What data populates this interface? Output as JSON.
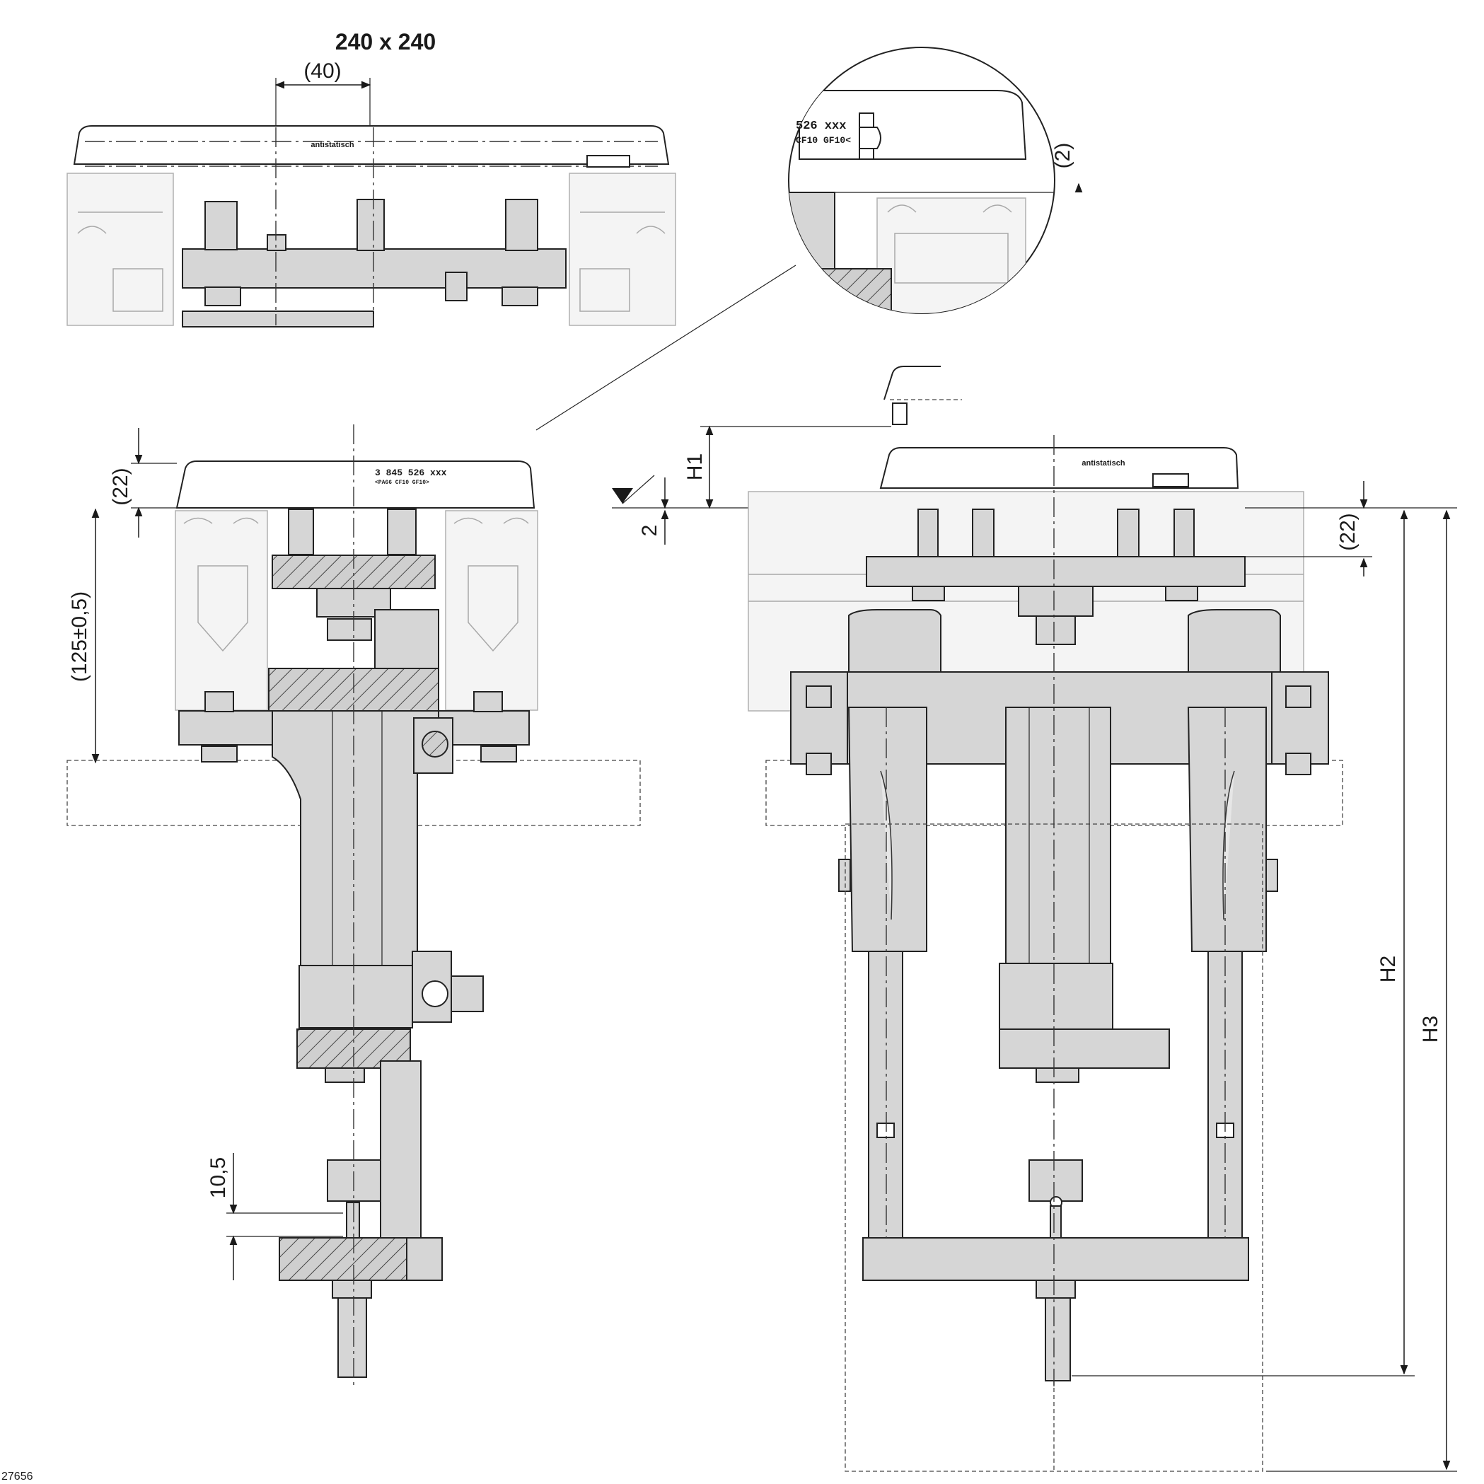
{
  "drawing_id": "27656",
  "top_view": {
    "title": "240 x 240",
    "dim_40": "(40)",
    "carrier_label": "antistatisch"
  },
  "left_view": {
    "dim_22": "(22)",
    "dim_125": "(125±0,5)",
    "dim_10_5": "10,5",
    "part_number": "3 845 526 xxx",
    "material_code": "<PA66 CF10 GF10>"
  },
  "detail_view": {
    "part_number": "526  xxx",
    "material_code": "CF10  GF10<",
    "dim_2": "(2)"
  },
  "right_view": {
    "dim_h1": "H1",
    "dim_2": "2",
    "dim_22": "(22)",
    "dim_h2": "H2",
    "dim_h3": "H3",
    "carrier_label": "antistatisch"
  },
  "colors": {
    "part_fill": "#d6d6d6",
    "line": "#222222",
    "ghost": "#a8a8a8"
  },
  "icons": {
    "surface_symbol": "triangle-surface-mark"
  }
}
